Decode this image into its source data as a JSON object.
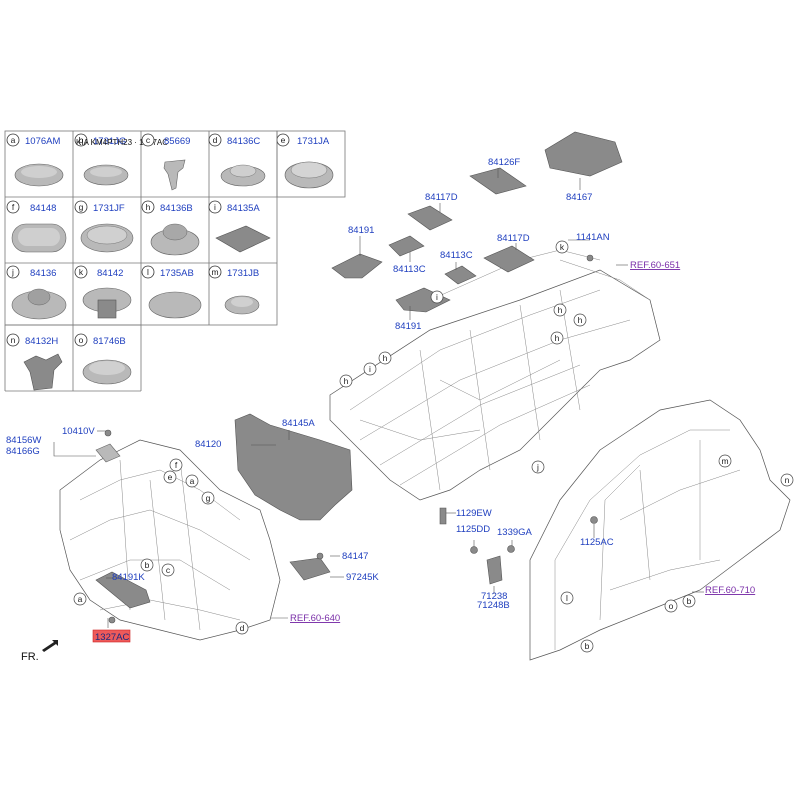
{
  "watermark": "KIA KM4PTH23 · 1327AC",
  "legend": [
    {
      "letter": "a",
      "part": "1076AM"
    },
    {
      "letter": "b",
      "part": "1731JG"
    },
    {
      "letter": "c",
      "part": "85669"
    },
    {
      "letter": "d",
      "part": "84136C"
    },
    {
      "letter": "e",
      "part": "1731JA"
    },
    {
      "letter": "f",
      "part": "84148"
    },
    {
      "letter": "g",
      "part": "1731JF"
    },
    {
      "letter": "h",
      "part": "84136B"
    },
    {
      "letter": "i",
      "part": "84135A"
    },
    {
      "letter": "j",
      "part": "84136"
    },
    {
      "letter": "k",
      "part": "84142"
    },
    {
      "letter": "l",
      "part": "1735AB"
    },
    {
      "letter": "m",
      "part": "1731JB"
    },
    {
      "letter": "n",
      "part": "84132H"
    },
    {
      "letter": "o",
      "part": "81746B"
    }
  ],
  "labels": {
    "84126F": "84126F",
    "84167": "84167",
    "84117D_a": "84117D",
    "84117D_b": "84117D",
    "84191_a": "84191",
    "84191_b": "84191",
    "84113C_a": "84113C",
    "84113C_b": "84113C",
    "1141AN": "1141AN",
    "84156W": "84156W",
    "84166G": "84166G",
    "10410V": "10410V",
    "84191K": "84191K",
    "84120": "84120",
    "84145A": "84145A",
    "84147": "84147",
    "97245K": "97245K",
    "1129EW": "1129EW",
    "1125DD": "1125DD",
    "1339GA": "1339GA",
    "1125AC": "1125AC",
    "71238": "71238",
    "71248B": "71248B",
    "1327AC": "1327AC"
  },
  "refs": [
    "REF.60-651",
    "REF.60-640",
    "REF.60-710"
  ],
  "front_label": "FR.",
  "callouts": {
    "a": "a",
    "b": "b",
    "c": "c",
    "d": "d",
    "e": "e",
    "f": "f",
    "g": "g",
    "h": "h",
    "i": "i",
    "j": "j",
    "k": "k",
    "l": "l",
    "m": "m",
    "n": "n",
    "o": "o"
  },
  "colors": {
    "part_number": "#1f3fbf",
    "reference_link": "#7a2fa8",
    "highlight": "#ee5a5a"
  }
}
